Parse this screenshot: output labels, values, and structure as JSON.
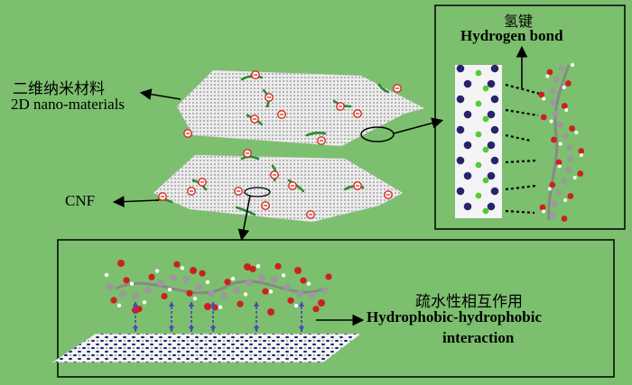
{
  "labels": {
    "nanomaterials_cn": "二维纳米材料",
    "nanomaterials_en": "2D nano-materials",
    "cnf": "CNF",
    "hbond_cn": "氢键",
    "hbond_en": "Hydrogen bond",
    "hydrophobic_cn": "疏水性相互作用",
    "hydrophobic_en_1": "Hydrophobic-hydrophobic",
    "hydrophobic_en_2": "interaction"
  },
  "colors": {
    "background": "#7cbf6e",
    "sheet": "#e6e6e6",
    "fiber": "#2a8a32",
    "charge": "#d42a1e",
    "atom_grey": "#9a9a9a",
    "atom_red": "#cc2020",
    "atom_navy": "#27246b",
    "atom_green": "#55cc33"
  }
}
